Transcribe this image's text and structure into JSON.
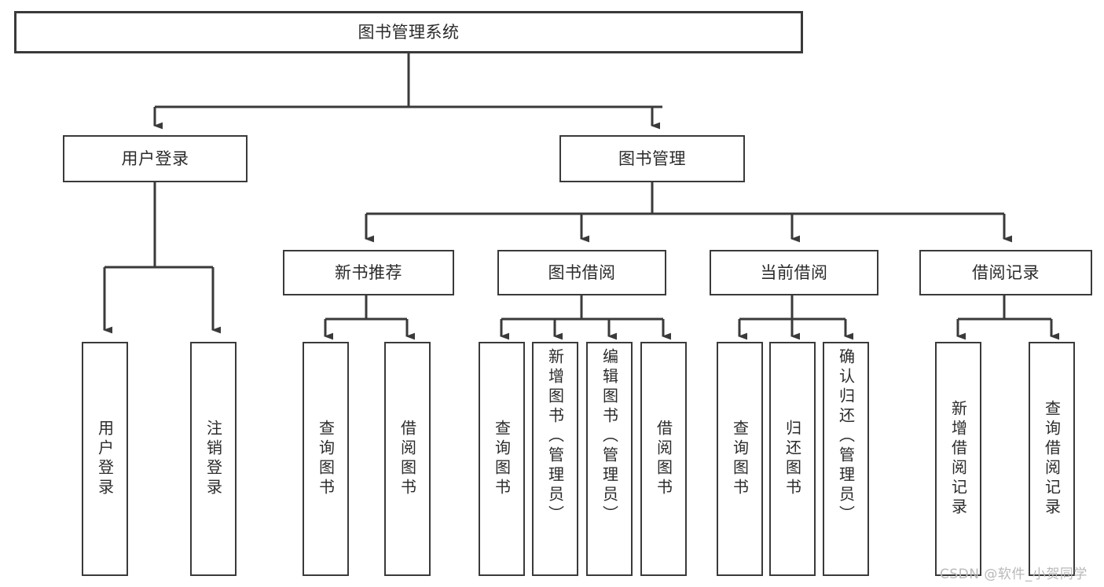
{
  "diagram": {
    "title": "图书管理系统",
    "type": "tree-structure-chart",
    "watermark": "CSDN @软件_小贺同学",
    "colors": {
      "border": "#3a3a3a",
      "text": "#2b2b2b",
      "background": "#ffffff",
      "edge": "#3a3a3a",
      "watermark": "#b9b9b9"
    },
    "nodes": {
      "root": {
        "label": "图书管理系统"
      },
      "level1": [
        {
          "id": "user-login",
          "label": "用户登录"
        },
        {
          "id": "book-management",
          "label": "图书管理"
        }
      ],
      "level2": [
        {
          "id": "new-book-recommend",
          "label": "新书推荐"
        },
        {
          "id": "book-borrow",
          "label": "图书借阅"
        },
        {
          "id": "current-borrow",
          "label": "当前借阅"
        },
        {
          "id": "borrow-record",
          "label": "借阅记录"
        }
      ],
      "leaves": {
        "user_login": [
          {
            "id": "leaf-user-login",
            "label": "用户登录"
          },
          {
            "id": "leaf-user-logout",
            "label": "注销登录"
          }
        ],
        "new_book_recommend": [
          {
            "id": "leaf-query-book-1",
            "label": "查询图书"
          },
          {
            "id": "leaf-borrow-book-1",
            "label": "借阅图书"
          }
        ],
        "book_borrow": [
          {
            "id": "leaf-query-book-2",
            "label": "查询图书"
          },
          {
            "id": "leaf-add-book",
            "label": "新增图书（管理员）"
          },
          {
            "id": "leaf-edit-book",
            "label": "编辑图书（管理员）"
          },
          {
            "id": "leaf-borrow-book-2",
            "label": "借阅图书"
          }
        ],
        "current_borrow": [
          {
            "id": "leaf-query-book-3",
            "label": "查询图书"
          },
          {
            "id": "leaf-return-book",
            "label": "归还图书"
          },
          {
            "id": "leaf-confirm-return",
            "label": "确认归还（管理员）"
          }
        ],
        "borrow_record": [
          {
            "id": "leaf-add-record",
            "label": "新增借阅记录"
          },
          {
            "id": "leaf-query-record",
            "label": "查询借阅记录"
          }
        ]
      }
    }
  }
}
